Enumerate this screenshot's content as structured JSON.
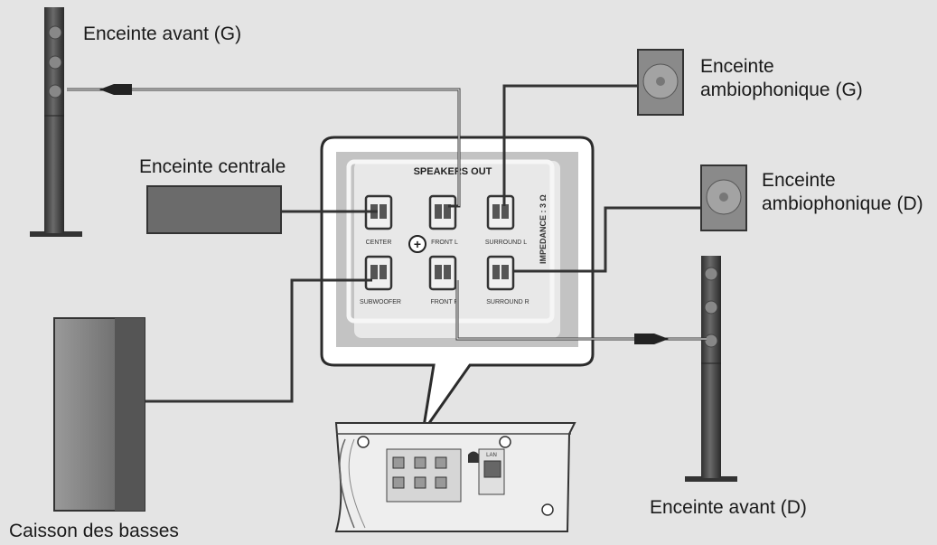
{
  "labels": {
    "front_left": "Enceinte avant (G)",
    "surround_left": "Enceinte\nambiophonique (G)",
    "center": "Enceinte centrale",
    "surround_right": "Enceinte\nambiophonique (D)",
    "subwoofer": "Caisson des basses",
    "front_right": "Enceinte avant (D)"
  },
  "panel": {
    "title": "SPEAKERS OUT",
    "impedance": "IMPEDANCE : 3 Ω",
    "plus": "+",
    "terminals": {
      "center": "CENTER",
      "front_l": "FRONT L",
      "surround_l": "SURROUND L",
      "subwoofer": "SUBWOOFER",
      "front_r": "FRONT R",
      "surround_r": "SURROUND R"
    }
  },
  "unit": {
    "port_label": "LAN"
  }
}
